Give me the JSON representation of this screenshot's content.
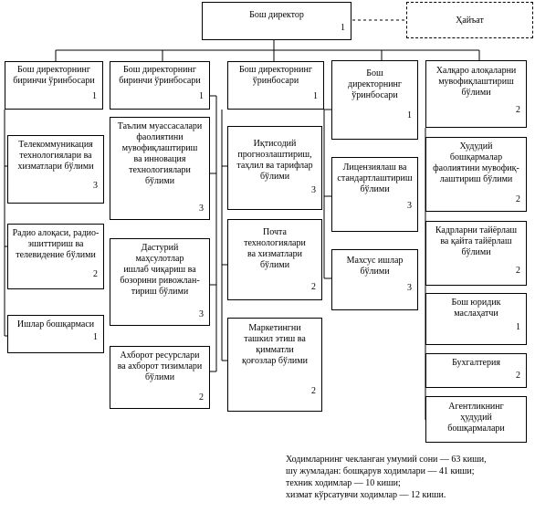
{
  "director": {
    "title": "Бош директор",
    "num": "1"
  },
  "board": {
    "title": "Ҳайъат"
  },
  "columns": [
    {
      "head": {
        "title": "Бош директорнинг\nбиринчи ўринбосари",
        "num": "1"
      },
      "items": [
        {
          "title": "Телекоммуникация\nтехнологиялари ва\nхизматлари бўлими",
          "num": "3"
        },
        {
          "title": "Радио алоқаси, радио-\nэшиттириш ва\nтелевидение бўлими",
          "num": "2"
        },
        {
          "title": "Ишлар бошқармаси",
          "num": "1"
        }
      ]
    },
    {
      "head": {
        "title": "Бош директорнинг\nбиринчи ўринбосари",
        "num": "1"
      },
      "items": [
        {
          "title": "Таълим муассасалари\nфаолиятини\nмувофиқлаштириш\nва инновация\nтехнологиялари\nбўлими",
          "num": "3"
        },
        {
          "title": "Дастурий\nмаҳсулотлар\nишлаб чиқариш ва\nбозорини ривожлан-\nтириш бўлими",
          "num": "3"
        },
        {
          "title": "Ахборот ресурслари\nва ахборот тизимлари\nбўлими",
          "num": "2"
        }
      ]
    },
    {
      "head": {
        "title": "Бош директорнинг\nўринбосари",
        "num": "1"
      },
      "items": [
        {
          "title": "Иқтисодий\nпрогнозлаштириш,\nтаҳлил ва тарифлар\nбўлими",
          "num": "3"
        },
        {
          "title": "Почта\nтехнологиялари\nва хизматлари\nбўлими",
          "num": "2"
        },
        {
          "title": "Маркетингни\nташкил этиш ва\nқимматли\nқоғозлар бўлими",
          "num": "2"
        }
      ]
    },
    {
      "head": {
        "title": "Бош\nдиректорнинг\nўринбосари",
        "num": "1"
      },
      "items": [
        {
          "title": "Лицензиялаш ва\nстандартлаштириш\nбўлими",
          "num": "3"
        },
        {
          "title": "Махсус ишлар\nбўлими",
          "num": "3"
        }
      ]
    },
    {
      "head": {
        "title": "Халқаро алоқаларни\nмувофиқлаштириш\nбўлими",
        "num": "2"
      },
      "items": [
        {
          "title": "Худудий\nбошқармалар\nфаолиятини мувофиқ-\nлаштириш бўлими",
          "num": "2"
        },
        {
          "title": "Кадрларни тайёрлаш\nва қайта тайёрлаш\nбўлими",
          "num": "2"
        },
        {
          "title": "Бош юридик\nмаслаҳатчи",
          "num": "1"
        },
        {
          "title": "Бухгалтерия",
          "num": "2"
        },
        {
          "title": "Агентликнинг\nҳудудий\nбошқармалари",
          "num": ""
        }
      ]
    }
  ],
  "note": "Ходимларнинг чекланган умумий сони  — 63 киши,\nшу жумладан: бошқарув ходимлари — 41 киши;\nтехник ходимлар — 10 киши;\nхизмат кўрсатувчи ходимлар — 12 киши."
}
